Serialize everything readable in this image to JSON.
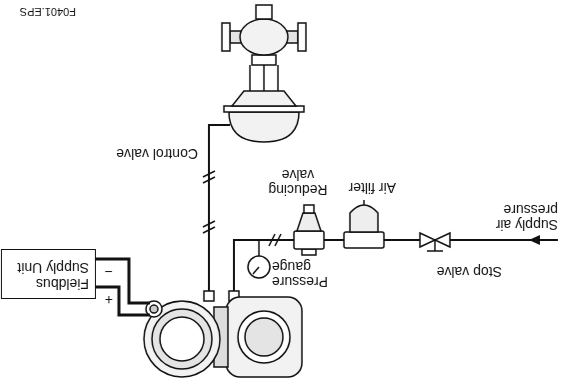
{
  "diagram": {
    "nodes": [
      {
        "text": [
          "Fieldbus Supply Unit"
        ]
      }
    ],
    "labels": [
      "F0401.EPS",
      "Supply air pressure",
      "Stop valve",
      "Air filter",
      "Reducing valve",
      "Pressure gauge",
      "Control valve",
      "+",
      "−"
    ]
  }
}
